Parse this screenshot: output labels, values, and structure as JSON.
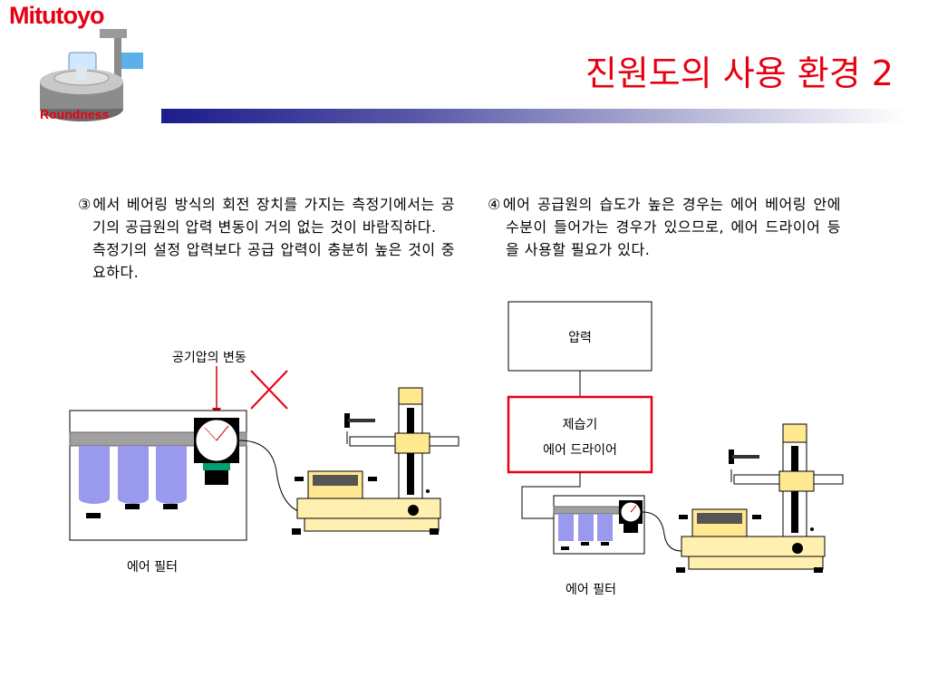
{
  "header": {
    "logo_text": "Mitutoyo",
    "logo_sub": "Roundness",
    "title": "진원도의 사용 환경 2"
  },
  "left": {
    "para1": "③에서 베어링 방식의 회전 장치를 가지는 측정기에서는 공기의 공급원의 압력 변동이 거의 없는 것이 바람직하다.",
    "para2": "측정기의 설정 압력보다 공급 압력이 충분히 높은 것이 중요하다.",
    "label_pressure": "공기압의 변동",
    "label_filter": "에어 필터"
  },
  "right": {
    "para": "④에어 공급원의 습도가 높은 경우는 에어 베어링 안에 수분이 들어가는 경우가 있으므로, 에어 드라이어 등을 사용할 필요가 있다.",
    "box_pressure": "압력",
    "box_dryer_line1": "제습기",
    "box_dryer_line2": "에어 드라이어",
    "label_filter": "에어 필터"
  },
  "colors": {
    "accent": "#e60012",
    "filter_fill": "#9999ee",
    "machine_base": "#fff0b0",
    "machine_top": "#ffe890",
    "header_bar": "#1c1c8c"
  }
}
